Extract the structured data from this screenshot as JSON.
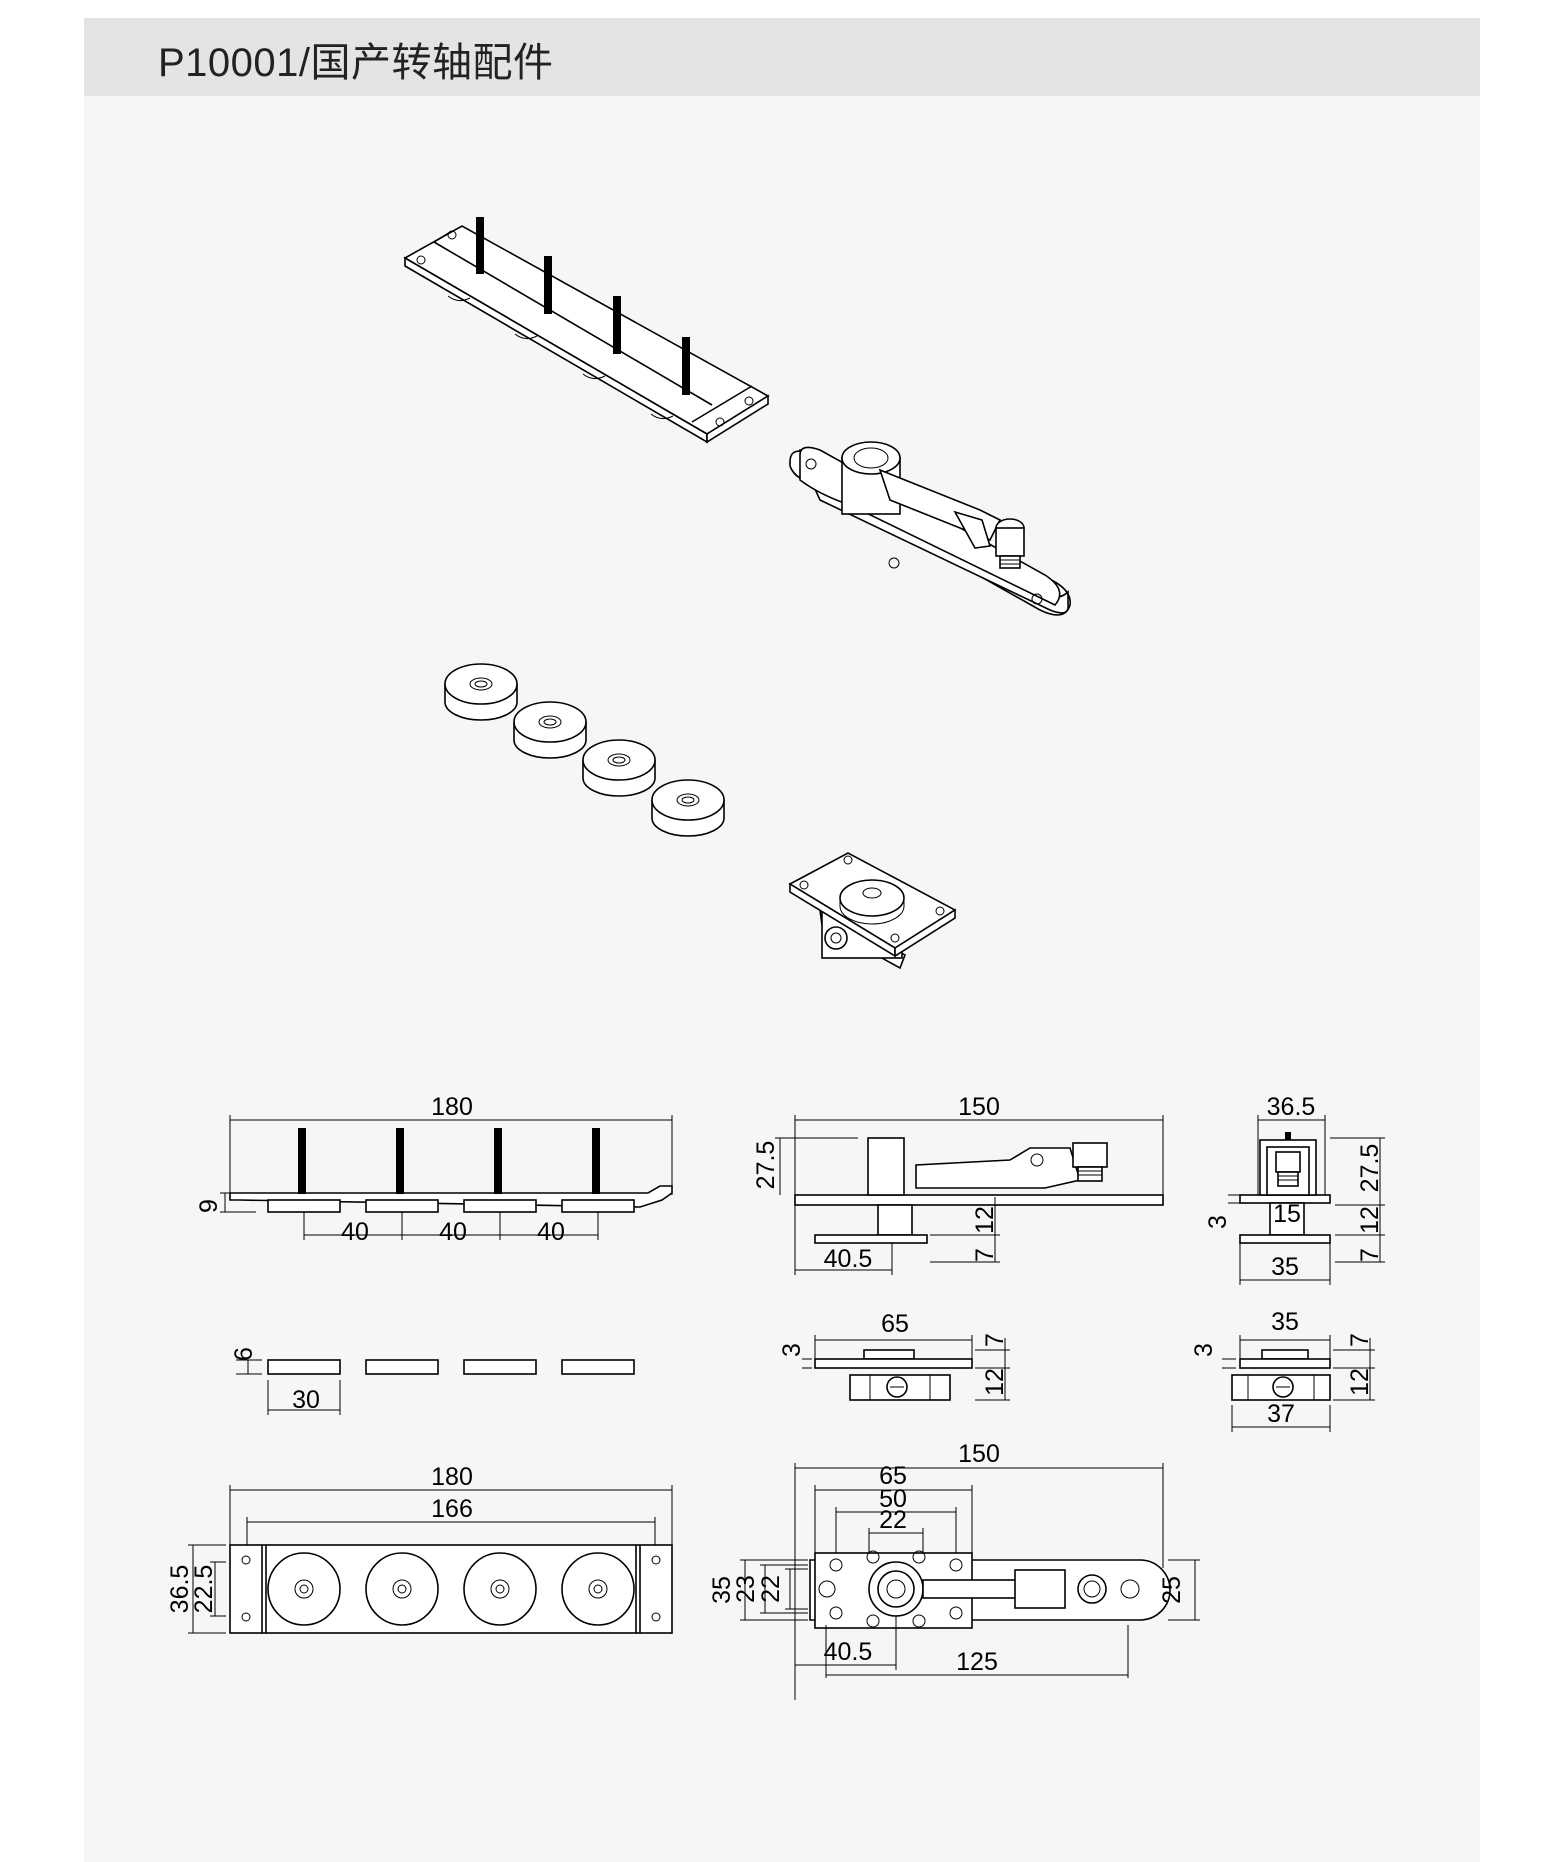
{
  "title": "P10001/国产转轴配件",
  "colors": {
    "page": "#ffffff",
    "panel": "#f6f6f6",
    "header": "#e4e4e4",
    "line": "#000000"
  },
  "dimensions": {
    "top_plate_front": {
      "length": "180",
      "height": "9",
      "spacing": [
        "40",
        "40",
        "40"
      ]
    },
    "pivot_front": {
      "length": "150",
      "height": "27.5",
      "plate_gap": "12",
      "base": "7",
      "offset": "40.5"
    },
    "pivot_side": {
      "width": "36.5",
      "height": "27.5",
      "inner": "15",
      "plate": "3",
      "gap": "12",
      "base": "7",
      "bottom": "35"
    },
    "discs": {
      "thickness": "6",
      "diameter": "30"
    },
    "bottom_plate_front": {
      "length": "65",
      "plate": "3",
      "top": "7",
      "body": "12"
    },
    "bottom_plate_side": {
      "width": "35",
      "plate": "3",
      "top": "7",
      "body": "12",
      "bottom": "37"
    },
    "top_plate_plan": {
      "length": "180",
      "inner": "166",
      "width": "36.5",
      "inner_width": "22.5"
    },
    "pivot_plan": {
      "length": "150",
      "plate": "65",
      "holes": "50",
      "hub": "22",
      "w1": "35",
      "w2": "23",
      "w3": "22",
      "offset": "40.5",
      "arm": "125",
      "arm_width": "25"
    }
  }
}
